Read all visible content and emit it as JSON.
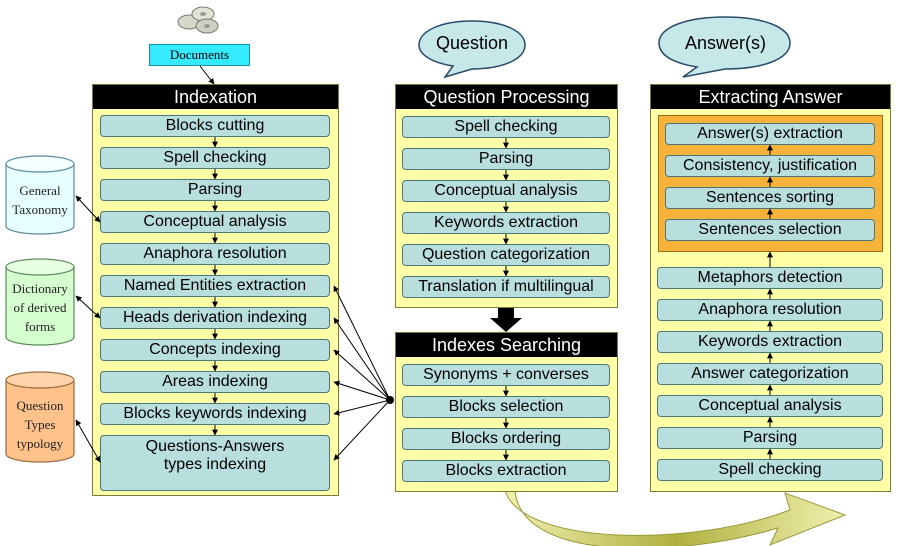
{
  "documents": {
    "label": "Documents"
  },
  "bubbles": {
    "question": "Question",
    "answers": "Answer(s)"
  },
  "resources": [
    {
      "id": "taxonomy",
      "lines": [
        "General",
        "Taxonomy"
      ],
      "color": "#e6ffff"
    },
    {
      "id": "dictionary",
      "lines": [
        "Dictionary",
        "of derived",
        "forms"
      ],
      "color": "#d6ffd0"
    },
    {
      "id": "typology",
      "lines": [
        "Question",
        "Types",
        "typology"
      ],
      "color": "#ffc28a"
    }
  ],
  "indexation": {
    "title": "Indexation",
    "steps": [
      "Blocks cutting",
      "Spell checking",
      "Parsing",
      "Conceptual analysis",
      "Anaphora resolution",
      "Named Entities extraction",
      "Heads derivation indexing",
      "Concepts indexing",
      "Areas indexing",
      "Blocks keywords indexing"
    ],
    "last_step": [
      "Questions-Answers",
      "types indexing"
    ]
  },
  "question_processing": {
    "title": "Question Processing",
    "steps": [
      "Spell checking",
      "Parsing",
      "Conceptual analysis",
      "Keywords extraction",
      "Question categorization",
      "Translation if multilingual"
    ]
  },
  "indexes_searching": {
    "title": "Indexes Searching",
    "steps": [
      "Synonyms + converses",
      "Blocks selection",
      "Blocks ordering",
      "Blocks extraction"
    ]
  },
  "extracting_answer": {
    "title": "Extracting Answer",
    "inner_steps": [
      "Answer(s) extraction",
      "Consistency, justification",
      "Sentences sorting",
      "Sentences selection"
    ],
    "steps": [
      "Metaphors detection",
      "Anaphora resolution",
      "Keywords extraction",
      "Answer categorization",
      "Conceptual analysis",
      "Parsing",
      "Spell checking"
    ]
  },
  "colors": {
    "panel": "#ffffa8",
    "step": "#b8dede",
    "inner": "#f7b23a",
    "arrow": "#c8c85a"
  }
}
